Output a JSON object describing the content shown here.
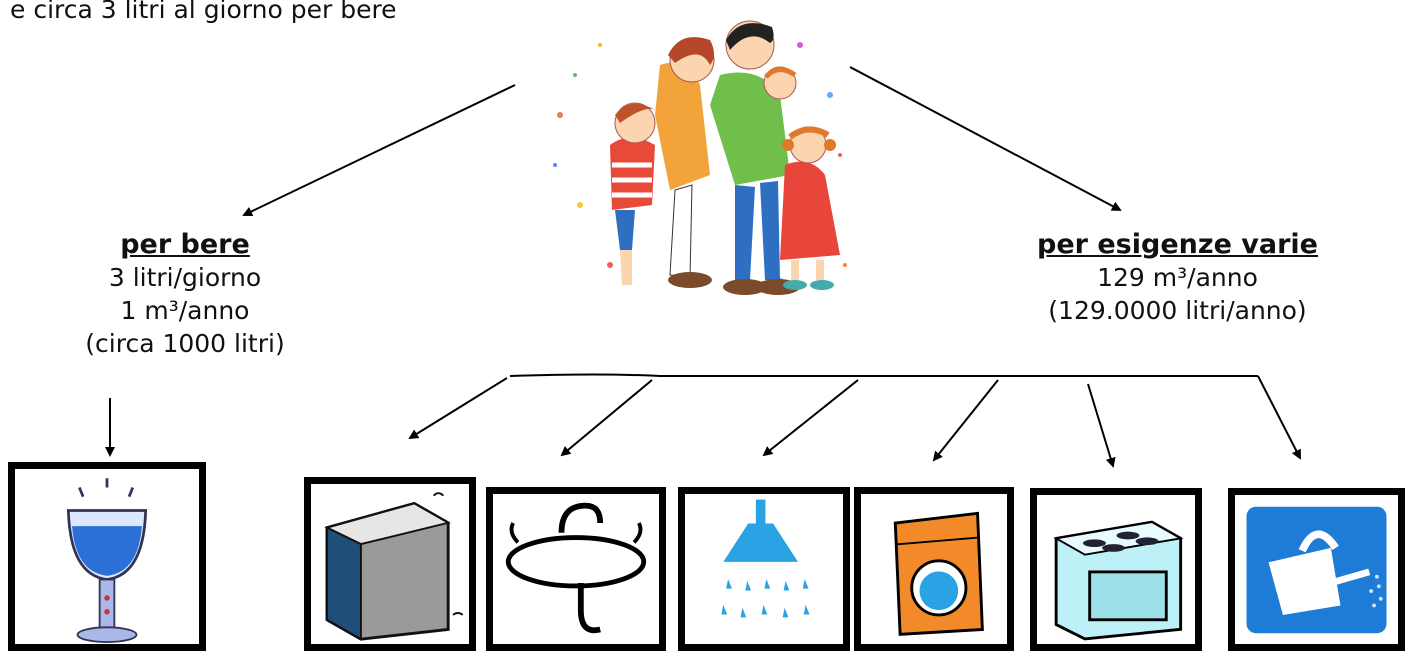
{
  "intro_text": "e circa 3 litri al giorno per bere",
  "drinking": {
    "heading": "per bere",
    "lines": [
      "3 litri/giorno",
      "1 m³/anno",
      "(circa 1000 litri)"
    ]
  },
  "various": {
    "heading": "per esigenze varie",
    "lines": [
      "129 m³/anno",
      "(129.0000 litri/anno)"
    ]
  },
  "icons": [
    "family-illustration",
    "water-glass-icon",
    "dishwasher-icon",
    "sink-icon",
    "shower-icon",
    "washing-machine-icon",
    "stove-oven-icon",
    "watering-can-icon"
  ]
}
